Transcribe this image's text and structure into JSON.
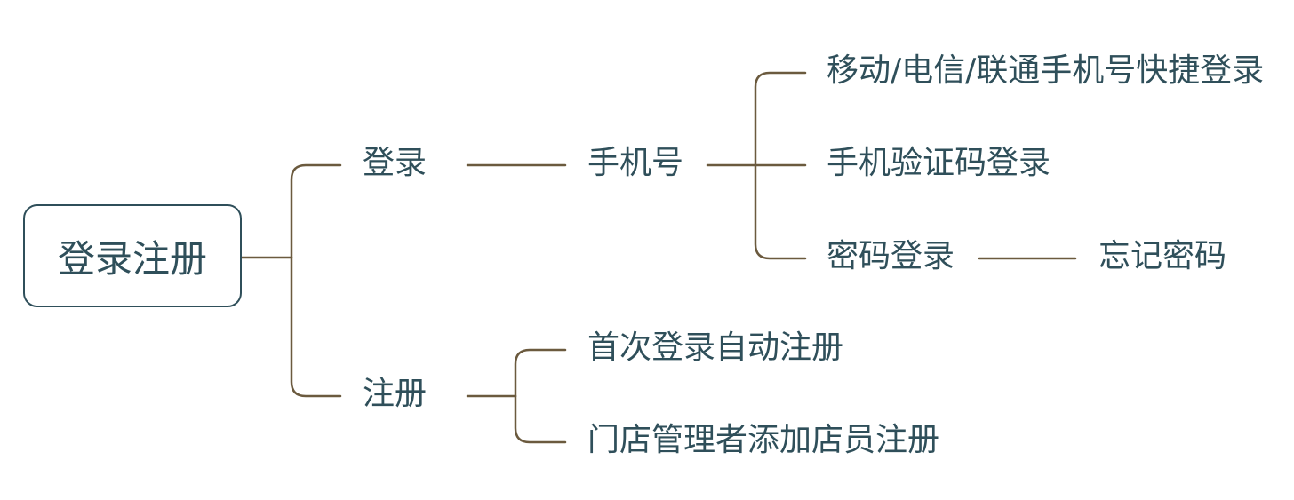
{
  "root": {
    "label": "登录注册"
  },
  "branches": {
    "login": {
      "label": "登录",
      "phone": {
        "label": "手机号",
        "quick_login": "移动/电信/联通手机号快捷登录",
        "sms_login": "手机验证码登录",
        "password_login": {
          "label": "密码登录",
          "forgot": "忘记密码"
        }
      }
    },
    "register": {
      "label": "注册",
      "first_login_auto": "首次登录自动注册",
      "staff_add": "门店管理者添加店员注册"
    }
  },
  "colors": {
    "text": "#2f4f5a",
    "connector": "#6b5a3e",
    "root_border": "#2f4f5a"
  }
}
